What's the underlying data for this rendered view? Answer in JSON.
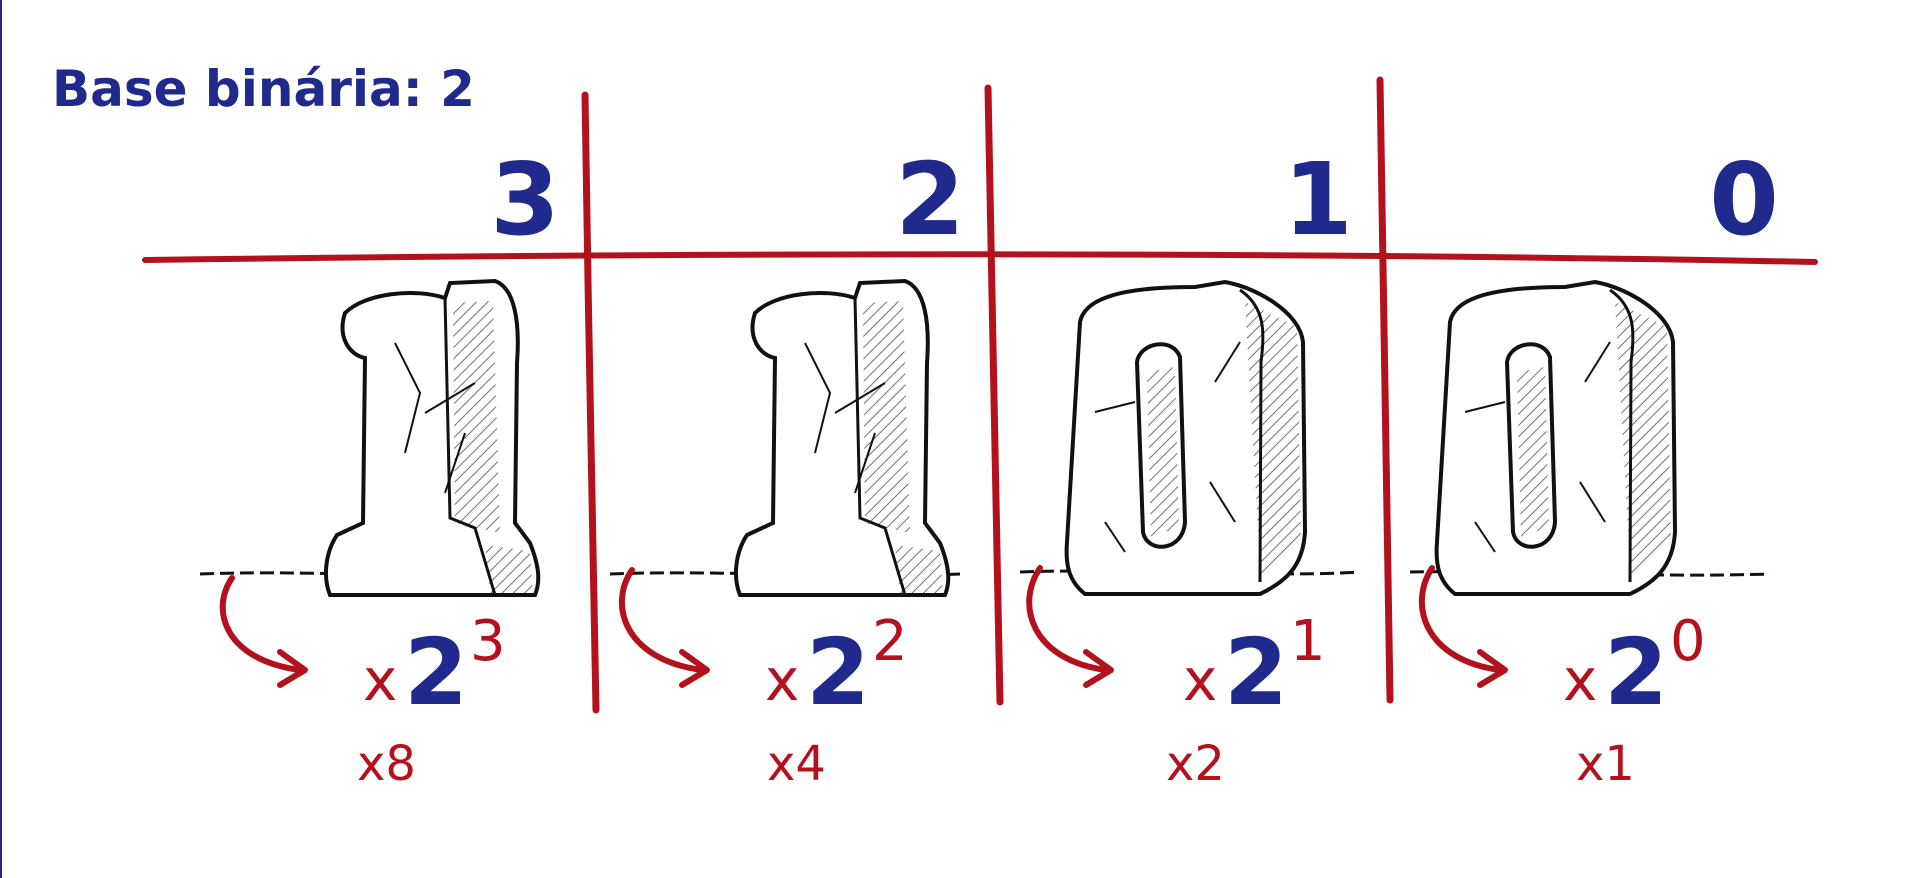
{
  "title": "Base binária: 2",
  "colors": {
    "blue": "#1f2a8c",
    "red": "#b3121d",
    "ink": "#111111",
    "background": "#ffffff"
  },
  "columns": [
    {
      "position": "3",
      "digit": "1",
      "multiplier_prefix": "x",
      "base": "2",
      "exponent": "3",
      "value_label": "x8"
    },
    {
      "position": "2",
      "digit": "1",
      "multiplier_prefix": "x",
      "base": "2",
      "exponent": "2",
      "value_label": "x4"
    },
    {
      "position": "1",
      "digit": "0",
      "multiplier_prefix": "x",
      "base": "2",
      "exponent": "1",
      "value_label": "x2"
    },
    {
      "position": "0",
      "digit": "0",
      "multiplier_prefix": "x",
      "base": "2",
      "exponent": "0",
      "value_label": "x1"
    }
  ]
}
